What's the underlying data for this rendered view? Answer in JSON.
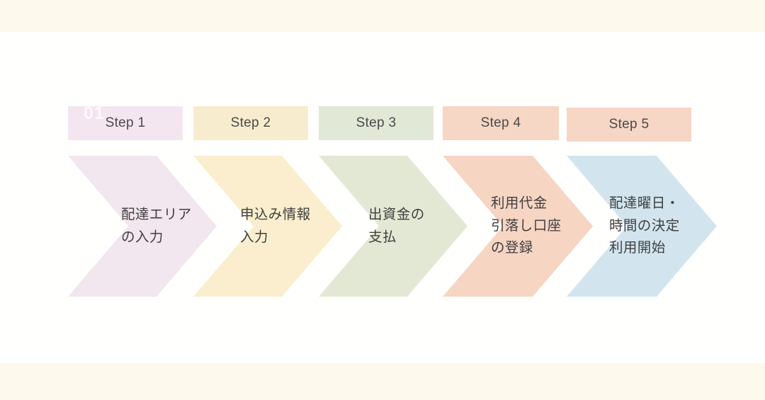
{
  "page": {
    "background": "#fffffe",
    "band_color": "#fdf9ec",
    "title": "Step flow diagram"
  },
  "diagram": {
    "type": "process-flow",
    "orientation": "horizontal",
    "step_count": 5,
    "watermark": "01",
    "text_color": "#40403f",
    "label_text_color": "#4a4a4a",
    "steps": [
      {
        "id": "step-1",
        "label": "Step 1",
        "label_color": "#f3e6f0",
        "arrow_color": "#f2e6ef",
        "lines": [
          "配達エリア",
          "の入力"
        ],
        "text": "配達エリアの入力"
      },
      {
        "id": "step-2",
        "label": "Step 2",
        "label_color": "#f7eccd",
        "arrow_color": "#faeece",
        "lines": [
          "申込み情報",
          "入力"
        ],
        "text": "申込み情報入力"
      },
      {
        "id": "step-3",
        "label": "Step 3",
        "label_color": "#e2e8d6",
        "arrow_color": "#e3e8d4",
        "lines": [
          "出資金の",
          "支払"
        ],
        "text": "出資金の支払"
      },
      {
        "id": "step-4",
        "label": "Step 4",
        "label_color": "#f6d6c4",
        "arrow_color": "#f6d5c3",
        "lines": [
          "利用代金",
          "引落し口座",
          "の登録"
        ],
        "text": "利用代金引落し口座の登録"
      },
      {
        "id": "step-5",
        "label": "Step 5",
        "label_color": "#f6d6c4",
        "arrow_color": "#d2e5ef",
        "lines": [
          "配達曜日・",
          "時間の決定",
          "利用開始"
        ],
        "text": "配達曜日・時間の決定利用開始"
      }
    ]
  }
}
